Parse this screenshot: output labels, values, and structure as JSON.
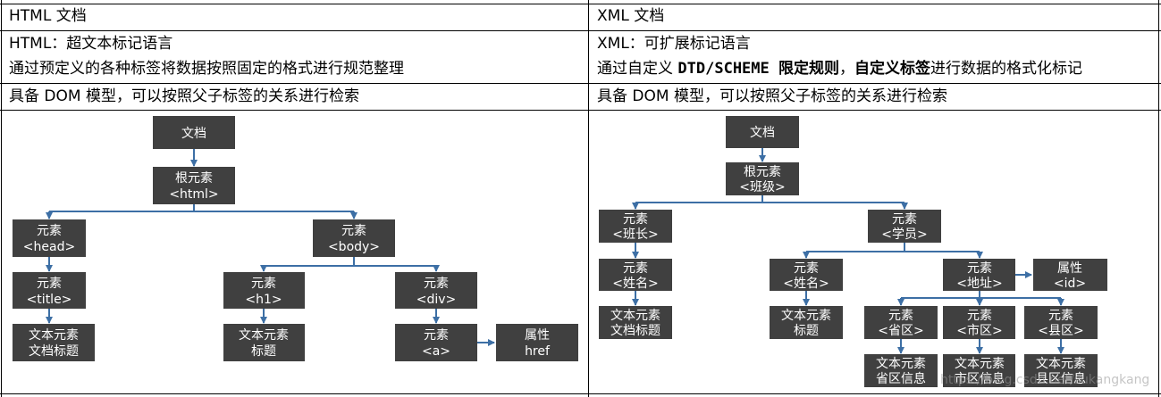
{
  "table": {
    "html_header": "HTML 文档",
    "xml_header": "XML 文档",
    "html_def": "HTML：超文本标记语言",
    "html_desc": "通过预定义的各种标签将数据按照固定的格式进行规范整理",
    "xml_def": "XML：可扩展标记语言",
    "xml_desc_pre": "通过自定义 ",
    "xml_desc_bold1": "DTD/SCHEME 限定规则",
    "xml_desc_mid": "，",
    "xml_desc_bold2": "自定义标签",
    "xml_desc_post": "进行数据的格式化标记",
    "html_dom": "具备 DOM 模型，可以按照父子标签的关系进行检索",
    "xml_dom": "具备 DOM 模型，可以按照父子标签的关系进行检索"
  },
  "html_tree": {
    "doc": [
      "文档"
    ],
    "root": [
      "根元素",
      "<html>"
    ],
    "head": [
      "元素",
      "<head>"
    ],
    "body": [
      "元素",
      "<body>"
    ],
    "title": [
      "元素",
      "<title>"
    ],
    "h1": [
      "元素",
      "<h1>"
    ],
    "div": [
      "元素",
      "<div>"
    ],
    "title_text": [
      "文本元素",
      "文档标题"
    ],
    "h1_text": [
      "文本元素",
      "标题"
    ],
    "a": [
      "元素",
      "<a>"
    ],
    "attr_href": [
      "属性",
      "href"
    ]
  },
  "xml_tree": {
    "doc": [
      "文档"
    ],
    "root": [
      "根元素",
      "<班级>"
    ],
    "monitor": [
      "元素",
      "<班长>"
    ],
    "student": [
      "元素",
      "<学员>"
    ],
    "m_name": [
      "元素",
      "<姓名>"
    ],
    "m_name_text": [
      "文本元素",
      "文档标题"
    ],
    "s_name": [
      "元素",
      "<姓名>"
    ],
    "s_name_text": [
      "文本元素",
      "标题"
    ],
    "address": [
      "元素",
      "<地址>"
    ],
    "attr_id": [
      "属性",
      "<id>"
    ],
    "province": [
      "元素",
      "<省区>"
    ],
    "city": [
      "元素",
      "<市区>"
    ],
    "county": [
      "元素",
      "<县区>"
    ],
    "province_text": [
      "文本元素",
      "省区信息"
    ],
    "city_text": [
      "文本元素",
      "市区信息"
    ],
    "county_text": [
      "文本元素",
      "县区信息"
    ]
  },
  "watermark": "https://blog.csdn.net/sukangkang"
}
